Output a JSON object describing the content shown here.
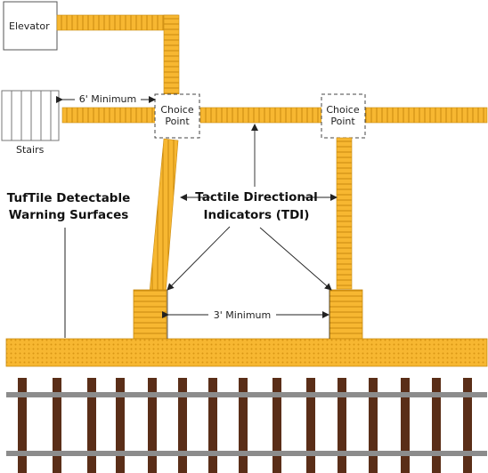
{
  "labels": {
    "elevator": "Elevator",
    "stairs": "Stairs",
    "six_min": "6' Minimum",
    "choice_point_1_line1": "Choice",
    "choice_point_1_line2": "Point",
    "choice_point_2_line1": "Choice",
    "choice_point_2_line2": "Point",
    "tuftile_line1": "TufTile Detectable",
    "tuftile_line2": "Warning Surfaces",
    "tdi_line1": "Tactile Directional",
    "tdi_line2": "Indicators (TDI)",
    "three_min": "3' Minimum"
  },
  "colors": {
    "tile": "#F7B731",
    "tile_line": "#C98A10",
    "rail": "#8C8C8C",
    "tie": "#5A2E18",
    "box_border": "#555555",
    "arrow": "#222222"
  }
}
